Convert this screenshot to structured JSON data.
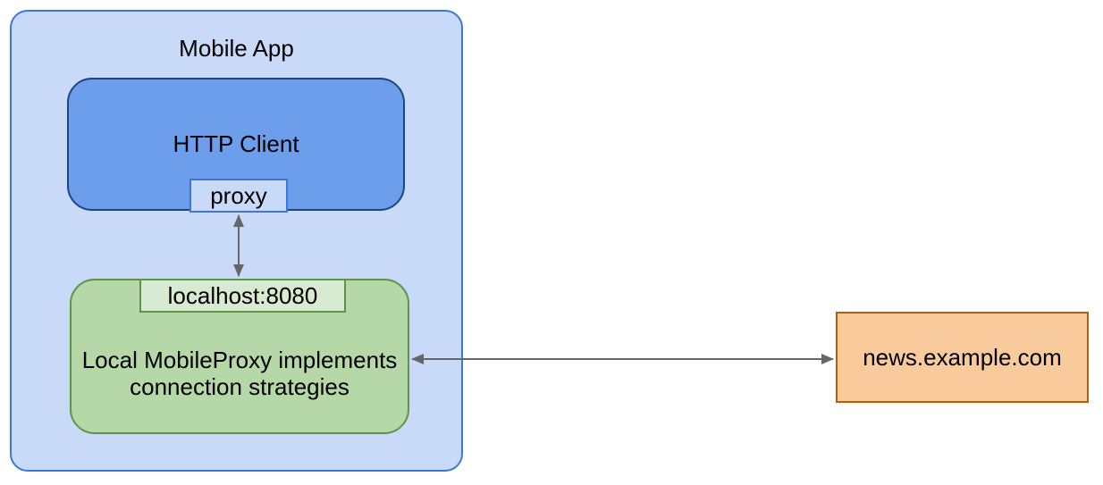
{
  "diagram": {
    "mobile_app": {
      "title": "Mobile App",
      "http_client": {
        "label": "HTTP Client",
        "port": "proxy"
      },
      "local_proxy": {
        "port": "localhost:8080",
        "label": "Local MobileProxy implements connection strategies"
      }
    },
    "remote_server": {
      "label": "news.example.com"
    },
    "colors": {
      "container_fill": "#c9daf8",
      "container_border": "#3c78d8",
      "client_fill": "#6d9eeb",
      "client_border": "#1c4587",
      "client_port_fill": "#c9daf8",
      "proxy_fill": "#b6d7a8",
      "proxy_border": "#5a9646",
      "proxy_port_fill": "#d9ead3",
      "server_fill": "#f9cb9c",
      "server_border": "#b45f06",
      "arrow": "#666666"
    }
  }
}
